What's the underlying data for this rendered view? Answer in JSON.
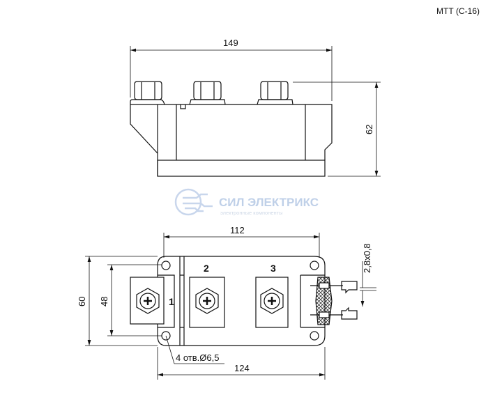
{
  "model": "МТТ (С-16)",
  "dimensions": {
    "top_width": "149",
    "height": "62",
    "bottom_inner": "112",
    "bottom_outer": "124",
    "side_outer": "60",
    "side_inner": "48",
    "pin": "2,8x0,8",
    "holes": "4 отв.Ø6,5"
  },
  "terminals": [
    "1",
    "2",
    "3"
  ],
  "watermark": {
    "title": "СИЛ ЭЛЕКТРИКС",
    "subtitle": "электронные компоненты"
  }
}
